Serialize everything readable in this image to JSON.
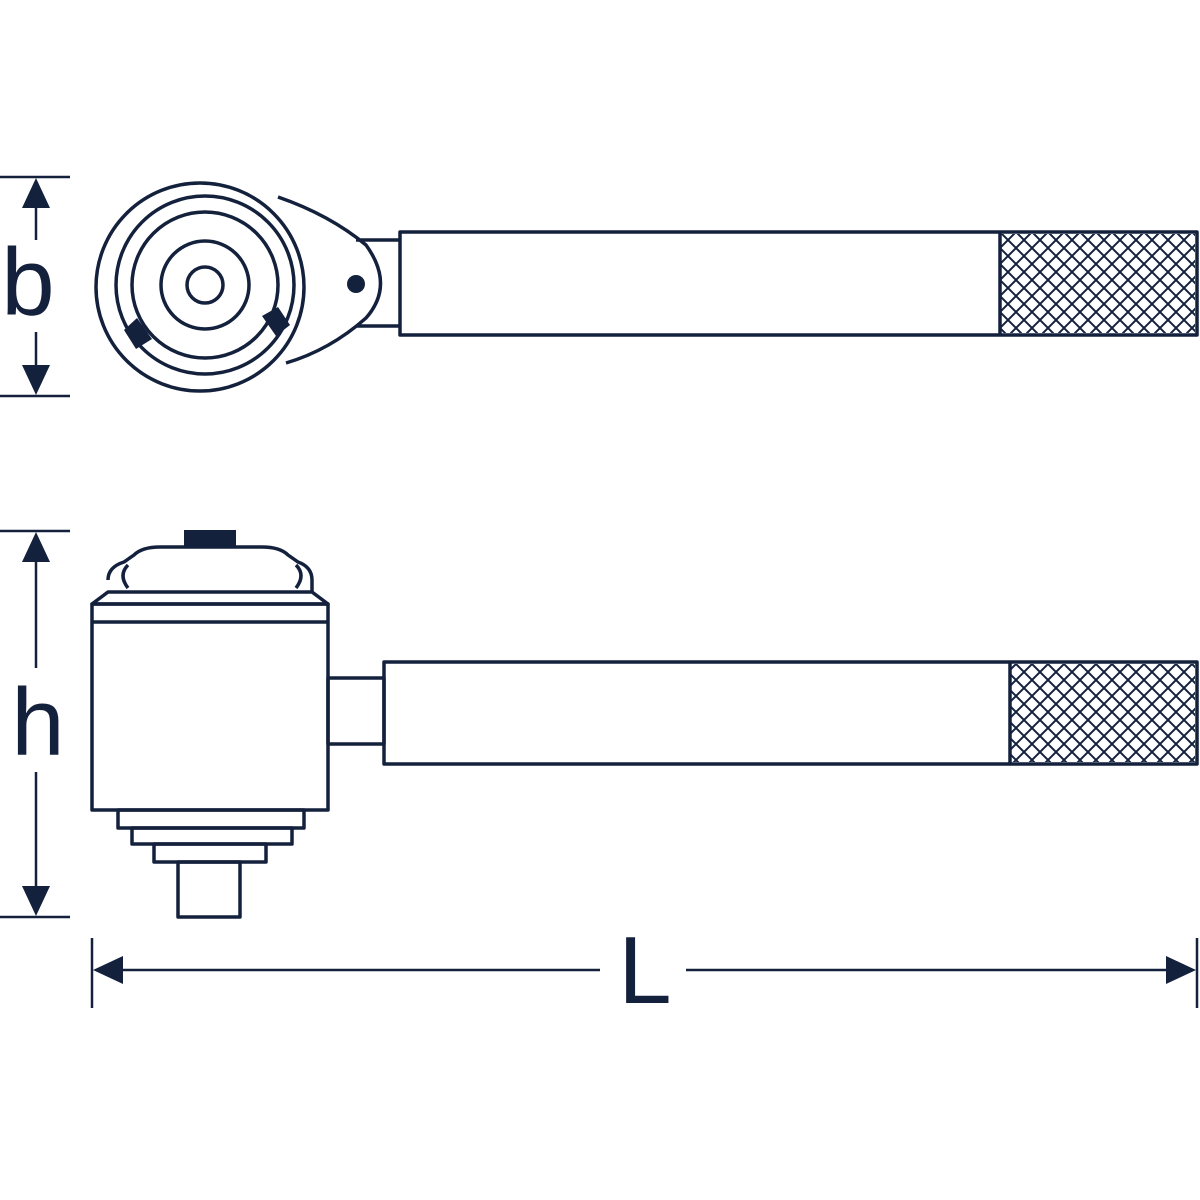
{
  "colors": {
    "ink": "#14213d",
    "background": "#ffffff"
  },
  "dimensions": {
    "width_label": "b",
    "height_label": "h",
    "length_label": "L"
  },
  "views": {
    "top": "ratchet-top-view",
    "side": "ratchet-side-view"
  }
}
